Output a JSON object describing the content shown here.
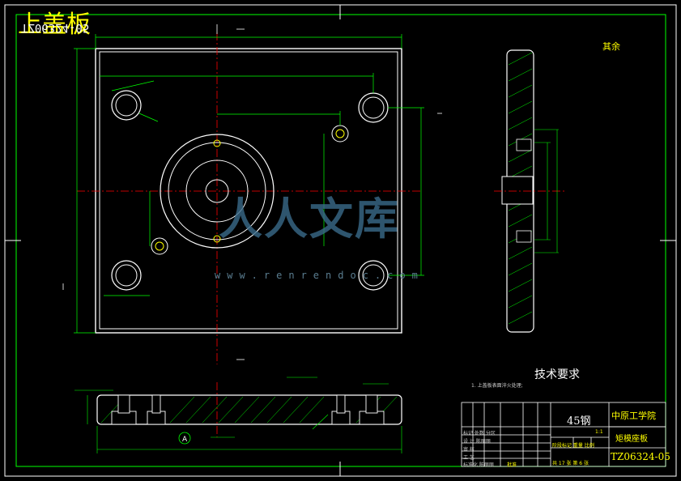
{
  "drawing": {
    "title": "上盖板",
    "code_mirrored": "TZ06324-05",
    "material": "45钢",
    "school": "中原工学院",
    "part_name": "矩模座板",
    "drawing_no": "TZ06324-05",
    "technical_requirements_title": "技术要求",
    "technical_requirements_note": "1. 上盖板表面淬火处理;",
    "surface_roughness_note": "其余",
    "datum_label": "A",
    "sheet_info": "共 17 张  第 6 张",
    "scale": "1:1",
    "stage_labels": "阶段标记  重量  比例",
    "tb_rows": [
      "标记 处数  分区",
      "设 计 陈丽丽",
      "审 核",
      "工 艺",
      "标准化 陈丽丽"
    ],
    "approve_label": "批准"
  },
  "watermark": {
    "text": "人人文库",
    "url": "www.renrendoc.com"
  },
  "colors": {
    "background": "#000000",
    "outline": "#ffffff",
    "dimension": "#00ff00",
    "centerline": "#ff0000",
    "title_yellow": "#ffff00"
  }
}
